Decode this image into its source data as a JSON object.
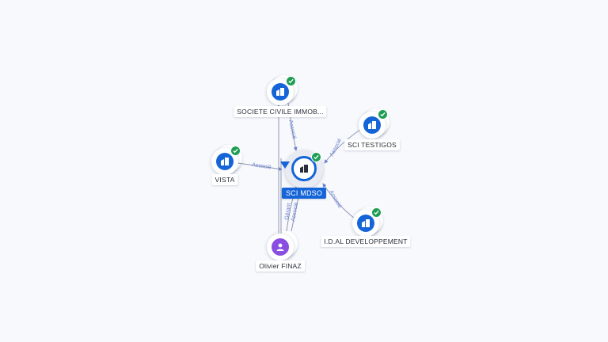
{
  "center": {
    "label": "SCI MDSO",
    "icon": "building-icon"
  },
  "nodes": [
    {
      "id": "societe",
      "label": "SOCIETE CIVILE IMMOB...",
      "kind": "company",
      "icon": "building-icon",
      "verified": true
    },
    {
      "id": "testigos",
      "label": "SCI TESTIGOS",
      "kind": "company",
      "icon": "building-icon",
      "verified": true
    },
    {
      "id": "vista",
      "label": "VISTA",
      "kind": "company",
      "icon": "building-icon",
      "verified": true
    },
    {
      "id": "idal",
      "label": "I.D.AL DEVELOPPEMENT",
      "kind": "company",
      "icon": "building-icon",
      "verified": true
    },
    {
      "id": "olivier",
      "label": "Olivier FINAZ",
      "kind": "person",
      "icon": "person-icon",
      "verified": false
    }
  ],
  "edges": [
    {
      "from": "societe",
      "label": "Associé"
    },
    {
      "from": "testigos",
      "label": "Associé"
    },
    {
      "from": "vista",
      "label": "Associé"
    },
    {
      "from": "idal",
      "label": "Associé"
    },
    {
      "from": "olivier",
      "label": "Gérant"
    },
    {
      "from": "olivier",
      "label": "Associé"
    }
  ],
  "colors": {
    "company": "#1565d8",
    "person": "#8a4fe0",
    "verified": "#1f9d55",
    "edge": "#8c97b3",
    "edge_label": "#6b7fd0"
  }
}
